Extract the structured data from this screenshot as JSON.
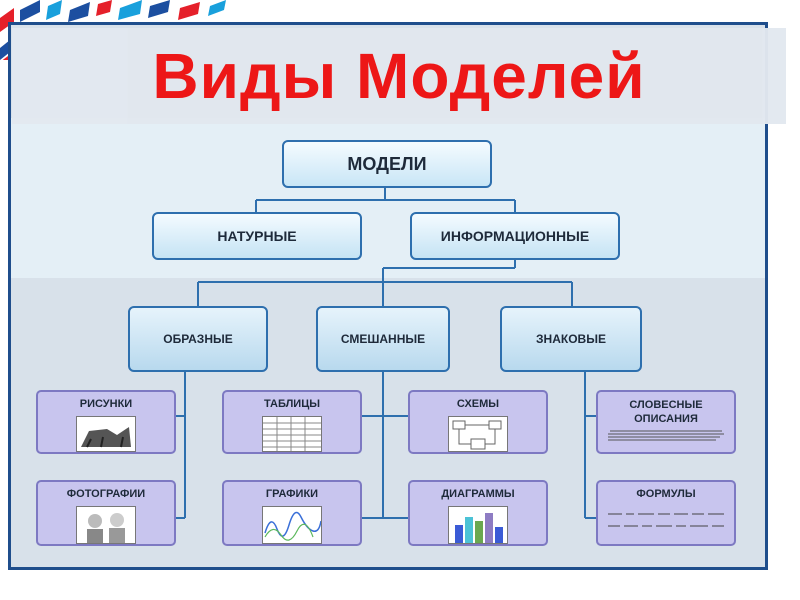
{
  "title": "Виды Моделей",
  "root": "МОДЕЛИ",
  "level1": {
    "natural": "НАТУРНЫЕ",
    "informational": "ИНФОРМАЦИОННЫЕ"
  },
  "level2": {
    "figurative": "ОБРАЗНЫЕ",
    "mixed": "СМЕШАННЫЕ",
    "sign": "ЗНАКОВЫЕ"
  },
  "leaves": {
    "drawings": "РИСУНКИ",
    "photos": "ФОТОГРАФИИ",
    "tables": "ТАБЛИЦЫ",
    "graphs": "ГРАФИКИ",
    "schemes": "СХЕМЫ",
    "diagrams": "ДИАГРАММЫ",
    "verbal": "СЛОВЕСНЫЕ ОПИСАНИЯ",
    "formulas": "ФОРМУЛЫ"
  },
  "colors": {
    "title": "#ee1111",
    "frame": "#1f4e8c",
    "node_border": "#2e6fae",
    "leaf_fill": "#c8c5ee",
    "connector": "#2e6fae"
  }
}
